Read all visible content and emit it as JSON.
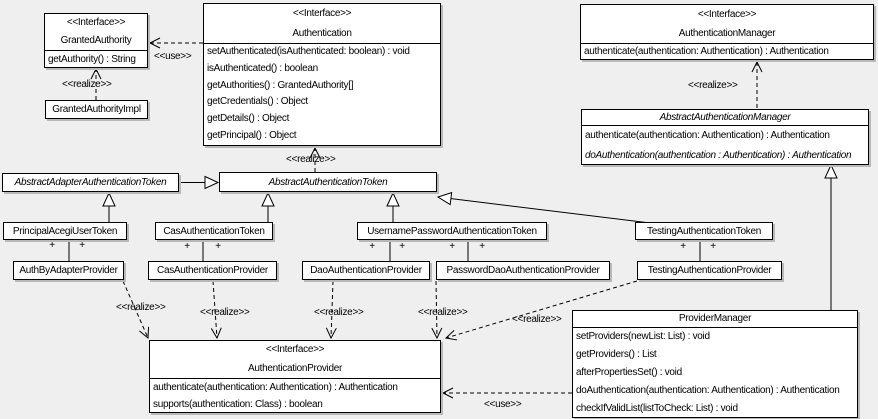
{
  "labels": {
    "realize": "<<realize>>",
    "use": "<<use>>",
    "plus": "+"
  },
  "colors": {
    "background": "#efefef",
    "box_fill": "#ffffff",
    "box_border": "#000000",
    "shadow": "#b9b9b9"
  },
  "classes": {
    "granted_authority": {
      "stereotype": "<<Interface>>",
      "name": "GrantedAuthority",
      "methods": [
        "getAuthority() : String"
      ]
    },
    "granted_authority_impl": {
      "name": "GrantedAuthorityImpl"
    },
    "authentication": {
      "stereotype": "<<Interface>>",
      "name": "Authentication",
      "methods": [
        "setAuthenticated(isAuthenticated: boolean) : void",
        "isAuthenticated() : boolean",
        "getAuthorities() : GrantedAuthority[]",
        "getCredentials() : Object",
        "getDetails() : Object",
        "getPrincipal() : Object"
      ]
    },
    "authentication_manager": {
      "stereotype": "<<Interface>>",
      "name": "AuthenticationManager",
      "methods": [
        "authenticate(authentication: Authentication) : Authentication"
      ]
    },
    "abstract_authentication_manager": {
      "name": "AbstractAuthenticationManager",
      "methods": [
        "authenticate(authentication: Authentication) : Authentication",
        "doAuthentication(authentication : Authentication) : Authentication"
      ]
    },
    "abstract_adapter_authentication_token": {
      "name": "AbstractAdapterAuthenticationToken"
    },
    "abstract_authentication_token": {
      "name": "AbstractAuthenticationToken"
    },
    "principal_acegi_user_token": {
      "name": "PrincipalAcegiUserToken"
    },
    "cas_authentication_token": {
      "name": "CasAuthenticationToken"
    },
    "username_password_authentication_token": {
      "name": "UsernamePasswordAuthenticationToken"
    },
    "testing_authentication_token": {
      "name": "TestingAuthenticationToken"
    },
    "auth_by_adapter_provider": {
      "name": "AuthByAdapterProvider"
    },
    "cas_authentication_provider": {
      "name": "CasAuthenticationProvider"
    },
    "dao_authentication_provider": {
      "name": "DaoAuthenticationProvider"
    },
    "password_dao_authentication_provider": {
      "name": "PasswordDaoAuthenticationProvider"
    },
    "testing_authentication_provider": {
      "name": "TestingAuthenticationProvider"
    },
    "authentication_provider": {
      "stereotype": "<<Interface>>",
      "name": "AuthenticationProvider",
      "methods": [
        "authenticate(authentication: Authentication) : Authentication",
        "supports(authentication: Class) : boolean"
      ]
    },
    "provider_manager": {
      "name": "ProviderManager",
      "methods": [
        "setProviders(newList: List) : void",
        "getProviders() : List",
        "afterPropertiesSet() : void",
        "doAuthentication(authentication: Authentication) : Authentication",
        "checkIfValidList(listToCheck: List) : void"
      ]
    }
  }
}
